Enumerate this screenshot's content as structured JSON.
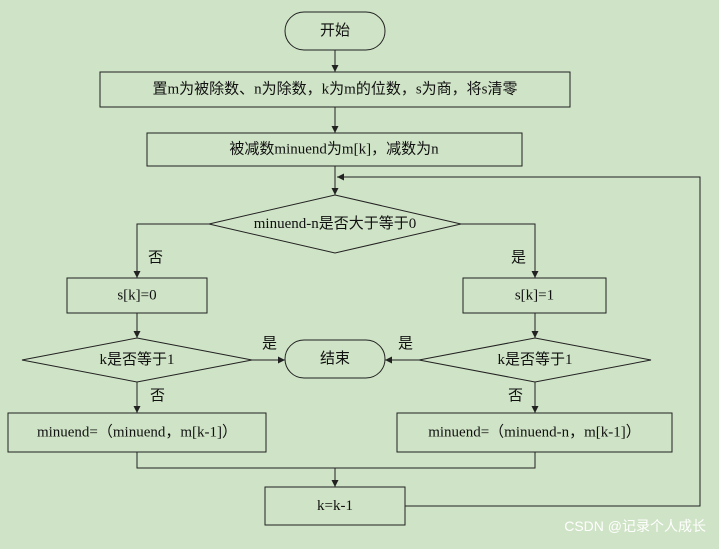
{
  "flowchart": {
    "start": "开始",
    "init": "置m为被除数、n为除数，k为m的位数，s为商，将s清零",
    "setup": "被减数minuend为m[k]，减数为n",
    "cond_main": "minuend-n是否大于等于0",
    "label_no": "否",
    "label_yes": "是",
    "left_set": "s[k]=0",
    "right_set": "s[k]=1",
    "left_cond": "k是否等于1",
    "right_cond": "k是否等于1",
    "end": "结束",
    "left_update": "minuend=（minuend，m[k-1]）",
    "right_update": "minuend=（minuend-n，m[k-1]）",
    "decrement": "k=k-1"
  },
  "watermark": "CSDN @记录个人成长"
}
